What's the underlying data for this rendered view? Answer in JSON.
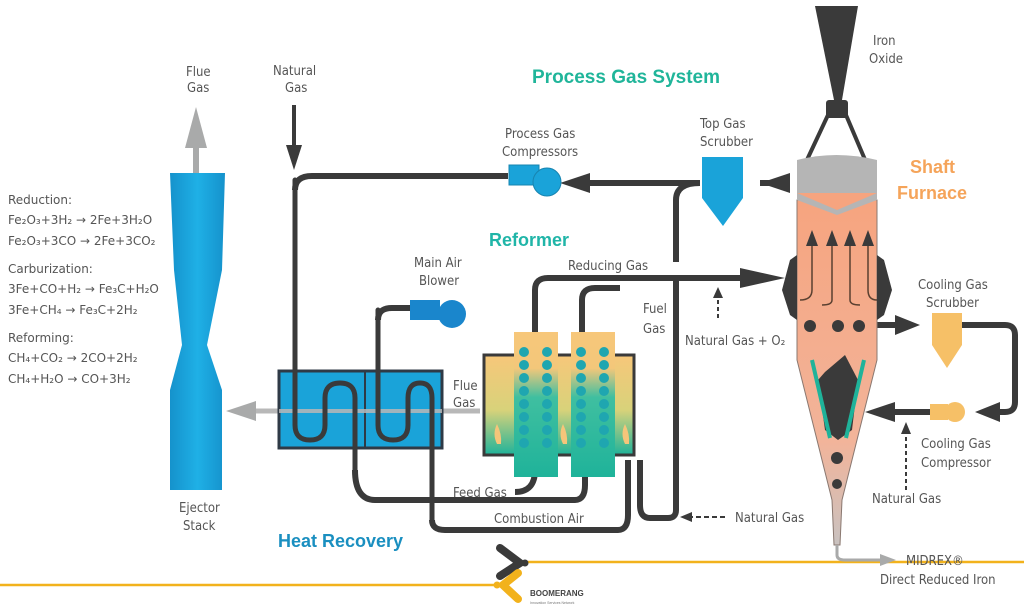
{
  "title": "MIDREX Direct Reduction Process",
  "colors": {
    "process_gas_title": "#20b59a",
    "reformer_title": "#20b5a8",
    "heat_recovery_title": "#1a8fc0",
    "shaft_furnace_title": "#f5a45a",
    "pipe": "#3a3a3a",
    "stack_blue": "#1aa3d9",
    "furnace_peach": "#f7b08c",
    "accent_yellow": "#f2b21c"
  },
  "sections": {
    "process_gas_system": "Process Gas System",
    "reformer": "Reformer",
    "heat_recovery": "Heat Recovery",
    "shaft_furnace_line1": "Shaft",
    "shaft_furnace_line2": "Furnace"
  },
  "labels": {
    "flue_gas_top_1": "Flue",
    "flue_gas_top_2": "Gas",
    "natural_gas_top_1": "Natural",
    "natural_gas_top_2": "Gas",
    "process_gas_compressors_1": "Process Gas",
    "process_gas_compressors_2": "Compressors",
    "top_gas_scrubber_1": "Top Gas",
    "top_gas_scrubber_2": "Scrubber",
    "iron_oxide_1": "Iron",
    "iron_oxide_2": "Oxide",
    "main_air_blower_1": "Main Air",
    "main_air_blower_2": "Blower",
    "reducing_gas": "Reducing Gas",
    "fuel_gas_1": "Fuel",
    "fuel_gas_2": "Gas",
    "natural_gas_o2": "Natural Gas + O₂",
    "cooling_gas_scrubber_1": "Cooling Gas",
    "cooling_gas_scrubber_2": "Scrubber",
    "flue_gas_mid_1": "Flue",
    "flue_gas_mid_2": "Gas",
    "cooling_gas_compressor_1": "Cooling Gas",
    "cooling_gas_compressor_2": "Compressor",
    "natural_gas_right": "Natural Gas",
    "feed_gas": "Feed Gas",
    "combustion_air": "Combustion Air",
    "natural_gas_bottom": "Natural Gas",
    "ejector_stack_1": "Ejector",
    "ejector_stack_2": "Stack",
    "midrex": "MIDREX®",
    "direct_reduced_iron": "Direct Reduced Iron"
  },
  "reactions": [
    {
      "heading": "Reduction:",
      "equations": [
        "Fe₂O₃+3H₂ → 2Fe+3H₂O",
        "Fe₂O₃+3CO → 2Fe+3CO₂"
      ]
    },
    {
      "heading": "Carburization:",
      "equations": [
        "3Fe+CO+H₂ → Fe₃C+H₂O",
        "3Fe+CH₄ → Fe₃C+2H₂"
      ]
    },
    {
      "heading": "Reforming:",
      "equations": [
        "CH₄+CO₂ → 2CO+2H₂",
        "CH₄+H₂O → CO+3H₂"
      ]
    }
  ],
  "logo": {
    "name": "BOOMERANG",
    "tagline": "Innovation Services Network"
  }
}
